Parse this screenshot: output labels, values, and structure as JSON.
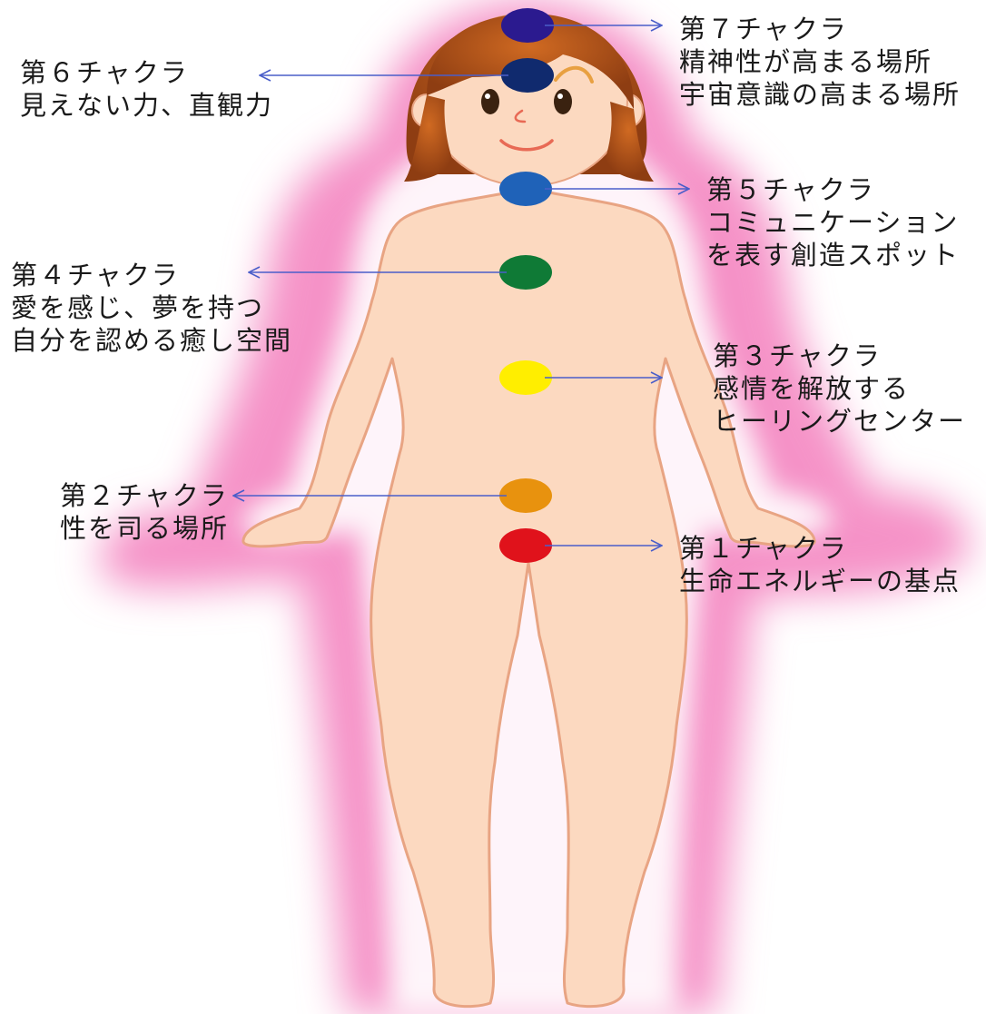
{
  "chakras": [
    {
      "id": "chakra-7",
      "title": "第７チャクラ",
      "lines": [
        "精神性が高まる場所",
        "宇宙意識の高まる場所"
      ],
      "color": "#2b1a8f"
    },
    {
      "id": "chakra-6",
      "title": "第６チャクラ",
      "lines": [
        "見えない力、直観力"
      ],
      "color": "#102a6e"
    },
    {
      "id": "chakra-5",
      "title": "第５チャクラ",
      "lines": [
        "コミュニケーション",
        "を表す創造スポット"
      ],
      "color": "#1f62b8"
    },
    {
      "id": "chakra-4",
      "title": "第４チャクラ",
      "lines": [
        "愛を感じ、夢を持つ",
        "自分を認める癒し空間"
      ],
      "color": "#0f7a36"
    },
    {
      "id": "chakra-3",
      "title": "第３チャクラ",
      "lines": [
        "感情を解放する",
        "ヒーリングセンター"
      ],
      "color": "#ffee00"
    },
    {
      "id": "chakra-2",
      "title": "第２チャクラ",
      "lines": [
        "性を司る場所"
      ],
      "color": "#e8920e"
    },
    {
      "id": "chakra-1",
      "title": "第１チャクラ",
      "lines": [
        "生命エネルギーの基点"
      ],
      "color": "#e0121b"
    }
  ],
  "colors": {
    "aura": "#f48cc4",
    "skin": "#fcd9c0",
    "skin_outline": "#e8a483",
    "hair": "#a14a1a",
    "arrow": "#4a5ec9"
  }
}
